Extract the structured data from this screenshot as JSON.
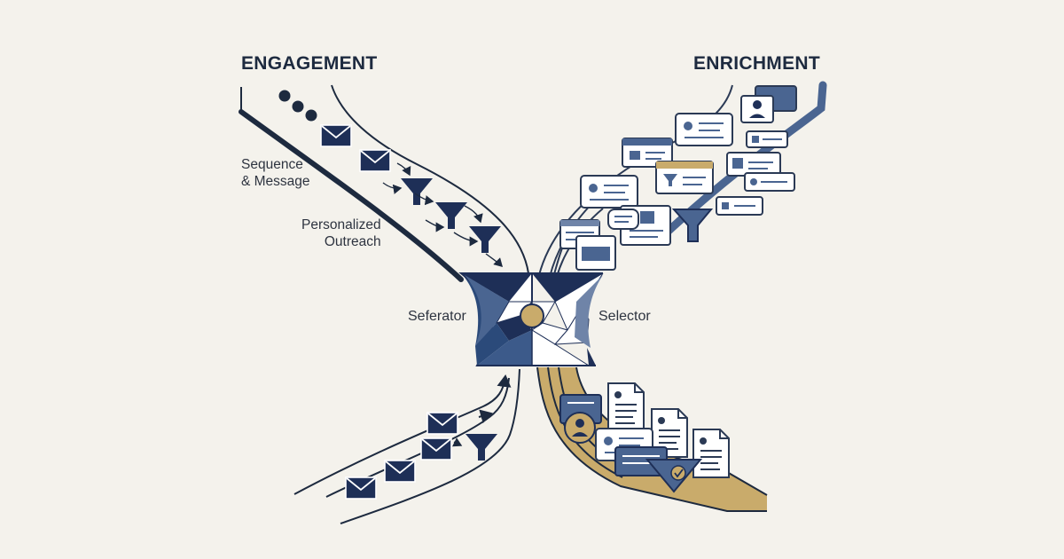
{
  "headings": {
    "left": "ENGAGEMENT",
    "right": "ENRICHMENT"
  },
  "labels": {
    "sequence_line1": "Sequence",
    "sequence_line2": "& Message",
    "personalized_line1": "Personalized",
    "personalized_line2": "Outreach",
    "separator": "Seferator",
    "selector": "Selector"
  },
  "colors": {
    "background": "#f4f2ec",
    "navy": "#1e2f57",
    "slate_blue": "#4a6591",
    "light_slate": "#6f84a8",
    "gold": "#c9ab6b",
    "ink": "#1d2a3f",
    "card_fill": "#ffffff"
  },
  "icons": [
    "envelope-icon",
    "funnel-icon",
    "dot-icon",
    "profile-card-icon",
    "document-icon",
    "user-avatar-icon",
    "checkmark-icon"
  ]
}
